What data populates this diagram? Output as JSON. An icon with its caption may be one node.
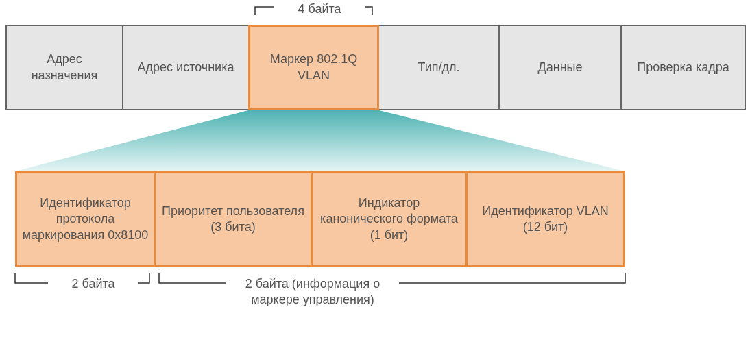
{
  "diagram": {
    "nodes": [
      {
        "text": [
          "Адрес назначения"
        ]
      },
      {
        "text": [
          "Адрес источника"
        ]
      },
      {
        "text": [
          "Маркер 802.1Q VLAN"
        ]
      },
      {
        "text": [
          "Тип/дл."
        ]
      },
      {
        "text": [
          "Данные"
        ]
      },
      {
        "text": [
          "Проверка кадра"
        ]
      },
      {
        "text": [
          "Идентификатор протокола маркирования 0x8100"
        ]
      },
      {
        "text": [
          "Приоритет пользователя (3 бита)"
        ]
      },
      {
        "text": [
          "Индикатор канонического формата (1 бит)"
        ]
      },
      {
        "text": [
          "Идентификатор VLAN (12 бит)"
        ]
      },
      {
        "text": [],
        "shape": "trapezoid"
      }
    ],
    "edges": [],
    "labels": [
      "4 байта",
      "2 байта",
      "2 байта (информация о маркере управления)"
    ]
  }
}
